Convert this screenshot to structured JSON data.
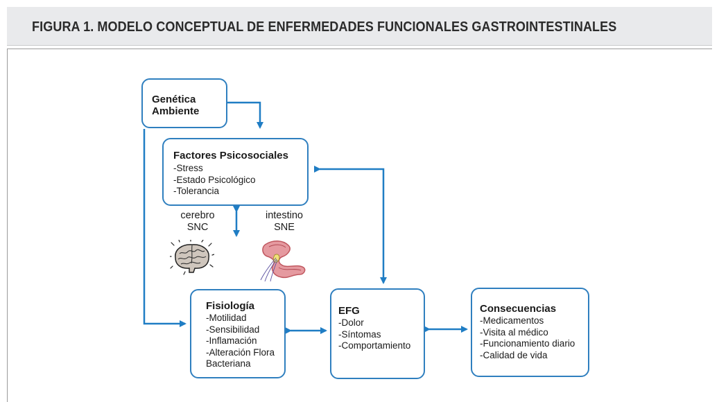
{
  "header": {
    "title": "FIGURA 1. MODELO CONCEPTUAL DE ENFERMEDADES FUNCIONALES GASTROINTESTINALES"
  },
  "colors": {
    "accent": "#2f7fbf",
    "header_bg": "#e9eaec"
  },
  "nodes": {
    "genetica": {
      "line1": "Genética",
      "line2": "Ambiente"
    },
    "psicosociales": {
      "title": "Factores Psicosociales",
      "items": [
        "-Stress",
        "-Estado Psicológico",
        "-Tolerancia"
      ]
    },
    "fisiologia": {
      "title": "Fisiología",
      "items": [
        "-Motilidad",
        "-Sensibilidad",
        "-Inflamación",
        "-Alteración Flora",
        "Bacteriana"
      ]
    },
    "efg": {
      "title": "EFG",
      "items": [
        "-Dolor",
        "-Síntomas",
        "-Comportamiento"
      ]
    },
    "consecuencias": {
      "title": "Consecuencias",
      "items": [
        "-Medicamentos",
        "-Visita al médico",
        "-Funcionamiento diario",
        "-Calidad de vida"
      ]
    }
  },
  "labels": {
    "cerebro": "cerebro",
    "snc": "SNC",
    "intestino": "intestino",
    "sne": "SNE"
  },
  "icons": [
    "brain-icon",
    "intestine-icon"
  ]
}
